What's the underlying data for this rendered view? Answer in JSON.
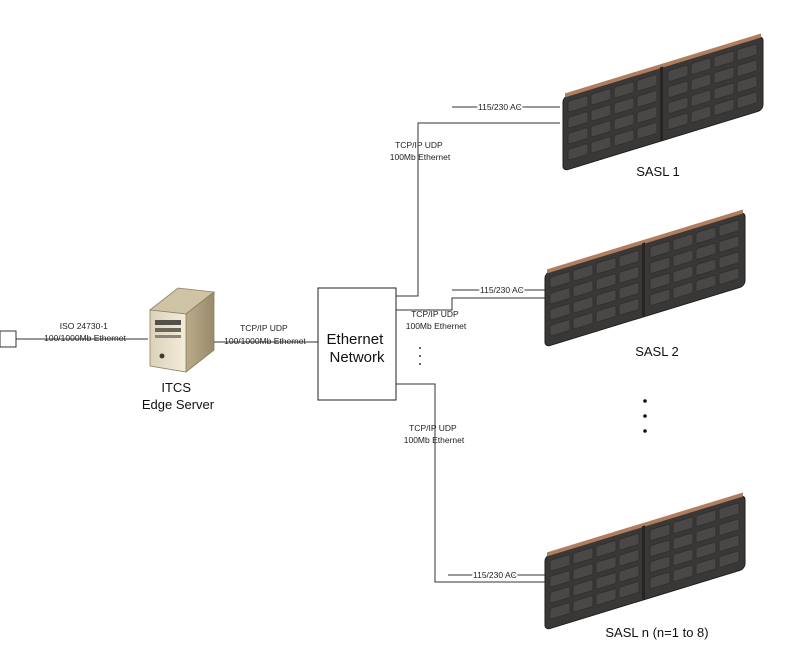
{
  "labels": {
    "left_link": [
      "ISO 24730-1",
      "100/1000Mb Ethernet"
    ],
    "server_link": [
      "TCP/IP UDP",
      "100/1000Mb Ethernet"
    ],
    "server_name": [
      "ITCS",
      "Edge Server"
    ],
    "network_box": [
      "Ethernet",
      "Network"
    ],
    "sasl1_link": [
      "TCP/IP UDP",
      "100Mb Ethernet"
    ],
    "sasl2_link": [
      "TCP/IP UDP",
      "100Mb Ethernet"
    ],
    "sasln_link": [
      "TCP/IP UDP",
      "100Mb Ethernet"
    ],
    "power": "115/230 AC",
    "sasl1_name": "SASL 1",
    "sasl2_name": "SASL 2",
    "sasln_name": "SASL n (n=1 to 8)"
  }
}
